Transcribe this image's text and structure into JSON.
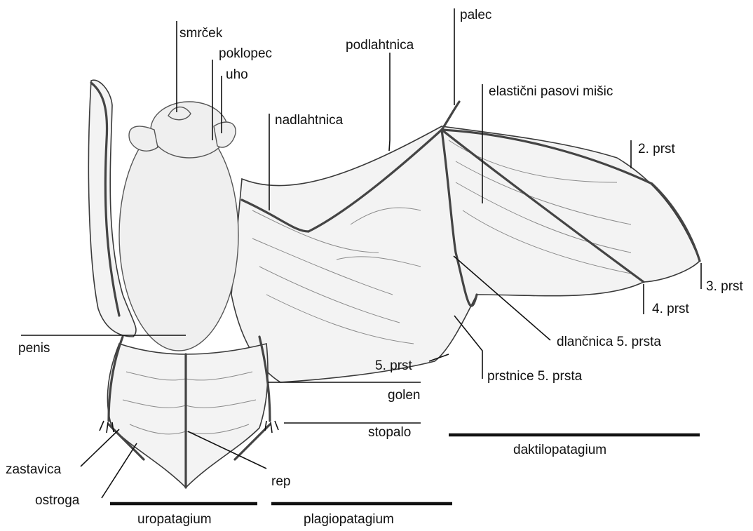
{
  "labels": {
    "smrcek": "smrček",
    "poklopec": "poklopec",
    "uho": "uho",
    "podlahtnica": "podlahtnica",
    "palec": "palec",
    "elasticni": "elastični pasovi mišic",
    "nadlahtnica": "nadlahtnica",
    "prst2": "2. prst",
    "prst3": "3. prst",
    "prst4": "4. prst",
    "penis": "penis",
    "dlancnica": "dlančnica 5. prsta",
    "prst5": "5. prst",
    "prstnice": "prstnice 5. prsta",
    "golen": "golen",
    "stopalo": "stopalo",
    "daktilopatagium": "daktilopatagium",
    "zastavica": "zastavica",
    "rep": "rep",
    "ostroga": "ostroga",
    "uropatagium": "uropatagium",
    "plagiopatagium": "plagiopatagium"
  }
}
